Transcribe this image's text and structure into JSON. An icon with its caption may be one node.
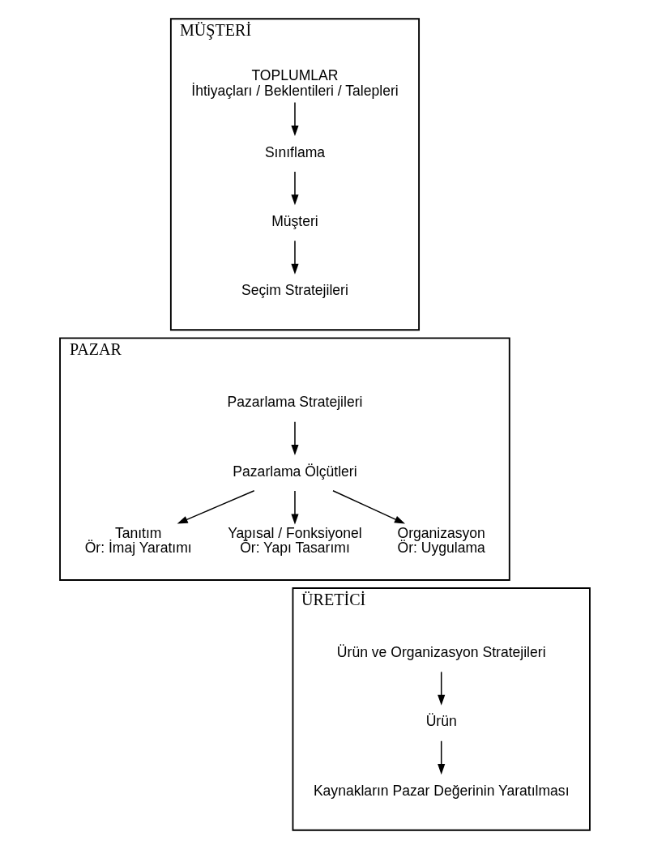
{
  "diagram": {
    "nodes": [
      {
        "text": [
          "MÜŞTERİ"
        ]
      },
      {
        "text": [
          "TOPLUMLAR",
          "İhtiyaçları / Beklentileri / Talepleri"
        ],
        "in": 0
      },
      {
        "text": [
          "Sınıflama"
        ],
        "in": 0
      },
      {
        "text": [
          "Müşteri"
        ],
        "in": 0
      },
      {
        "text": [
          "Seçim Stratejileri"
        ],
        "in": 0
      },
      {
        "text": [
          "PAZAR"
        ]
      },
      {
        "text": [
          "Pazarlama Stratejileri"
        ],
        "in": 5
      },
      {
        "text": [
          "Pazarlama Ölçütleri"
        ],
        "in": 5
      },
      {
        "text": [
          "Tanıtım",
          "Ör: İmaj Yaratımı"
        ],
        "in": 5
      },
      {
        "text": [
          "Yapısal / Fonksiyonel",
          "Ör: Yapı Tasarımı"
        ],
        "in": 5
      },
      {
        "text": [
          "Organizasyon",
          "Ör: Uygulama"
        ],
        "in": 5
      },
      {
        "text": [
          "ÜRETİCİ"
        ]
      },
      {
        "text": [
          "Ürün ve Organizasyon Stratejileri"
        ],
        "in": 11
      },
      {
        "text": [
          "Ürün"
        ],
        "in": 11
      },
      {
        "text": [
          "Kaynakların Pazar Değerinin Yaratılması"
        ],
        "in": 11
      }
    ],
    "edges": [
      {
        "from": 1,
        "to": 2,
        "arrow": "to"
      },
      {
        "from": 2,
        "to": 3,
        "arrow": "to"
      },
      {
        "from": 3,
        "to": 4,
        "arrow": "to"
      },
      {
        "from": 6,
        "to": 7,
        "arrow": "to"
      },
      {
        "from": 7,
        "to": 8,
        "arrow": "to"
      },
      {
        "from": 7,
        "to": 9,
        "arrow": "to"
      },
      {
        "from": 7,
        "to": 10,
        "arrow": "to"
      },
      {
        "from": 12,
        "to": 13,
        "arrow": "to"
      },
      {
        "from": 13,
        "to": 14,
        "arrow": "to"
      }
    ]
  }
}
